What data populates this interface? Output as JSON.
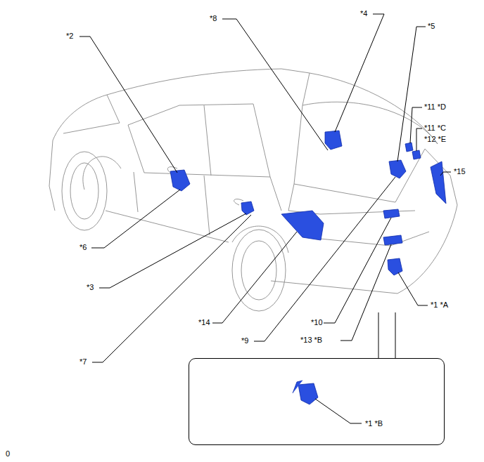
{
  "diagram": {
    "nodes": [
      {
        "text": [
          "*1 *B"
        ]
      }
    ],
    "labels": [
      "*2",
      "*8",
      "*4",
      "*5",
      "*11 *D",
      "*11 *C",
      "*12 *E",
      "*15",
      "*6",
      "*3",
      "*14",
      "*10",
      "*1 *A",
      "*9",
      "*13 *B",
      "*7",
      "0"
    ]
  }
}
